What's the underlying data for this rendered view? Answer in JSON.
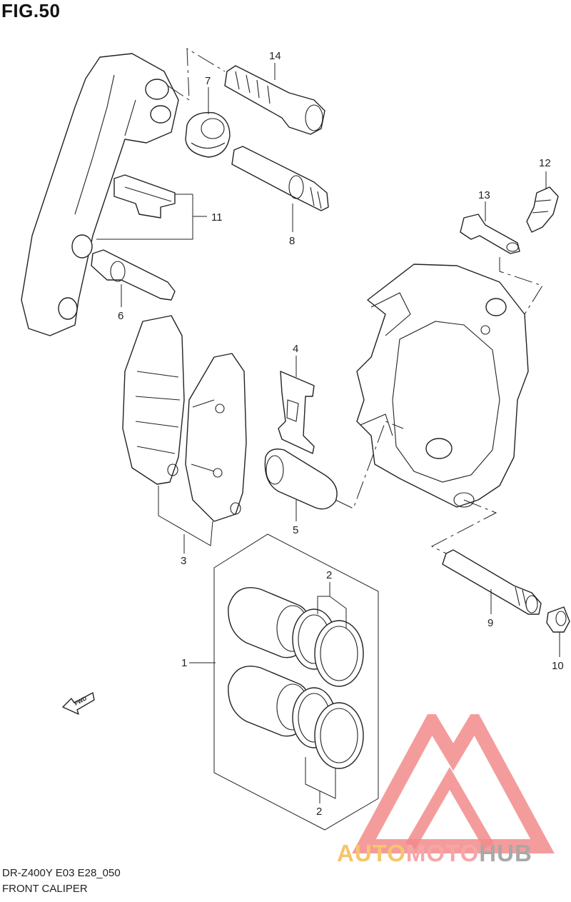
{
  "figure": {
    "title": "FIG.50",
    "model_code": "DR-Z400Y E03 E28_050",
    "caption": "FRONT CALIPER"
  },
  "callouts": {
    "c1": "1",
    "c2a": "2",
    "c2b": "2",
    "c3": "3",
    "c4": "4",
    "c5": "5",
    "c6": "6",
    "c7": "7",
    "c8": "8",
    "c9": "9",
    "c10": "10",
    "c11": "11",
    "c12": "12",
    "c13": "13",
    "c14": "14"
  },
  "fwd_arrow": {
    "label": "FWD"
  },
  "watermark": {
    "part1": "AUTO",
    "part2": "MOTO",
    "part3": "HUB",
    "colors": {
      "auto": "#f5c56b",
      "moto": "#f6a6a6",
      "hub": "#a8a8a8",
      "triangle": "#f28b8b"
    }
  }
}
